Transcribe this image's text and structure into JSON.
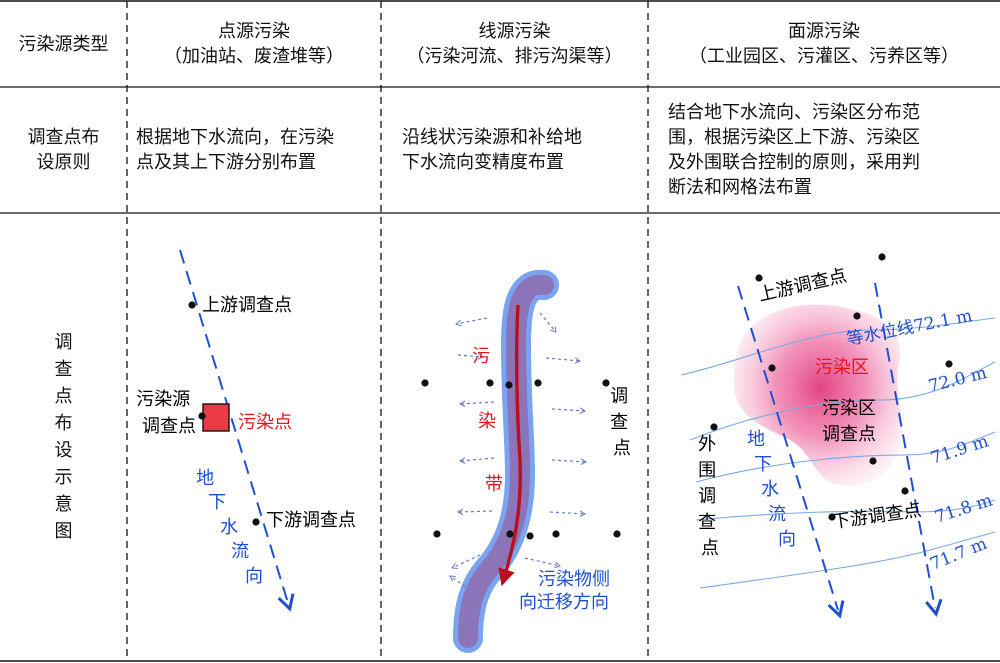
{
  "header": {
    "corner": "污染源类型",
    "point": {
      "title": "点源污染",
      "sub": "（加油站、废渣堆等）"
    },
    "line": {
      "title": "线源污染",
      "sub": "（污染河流、排污沟渠等）"
    },
    "area": {
      "title": "面源污染",
      "sub": "（工业园区、污灌区、污养区等）"
    }
  },
  "principle_row": {
    "label": [
      "调查点布",
      "设原则"
    ],
    "point": [
      "根据地下水流向，在污染",
      "点及其上下游分别布置"
    ],
    "line": [
      "沿线状污染源和补给地",
      "下水流向变精度布置"
    ],
    "area": [
      "结合地下水流向、污染区分布范",
      "围，根据污染区上下游、污染区",
      "及外围联合控制的原则，采用判",
      "断法和网格法布置"
    ]
  },
  "diagram_row": {
    "label": [
      "调",
      "查",
      "点",
      "布",
      "设",
      "示",
      "意",
      "图"
    ],
    "point": {
      "upstream": "上游调查点",
      "source_point": [
        "污染源",
        "调查点"
      ],
      "pollution_point": "污染点",
      "downstream": "下游调查点",
      "flow": [
        "地",
        "下",
        "水",
        "流",
        "向"
      ]
    },
    "line": {
      "belt": [
        "污",
        "染",
        "带"
      ],
      "survey": [
        "调",
        "查",
        "点"
      ],
      "migration": [
        "污染物侧",
        "向迁移方向"
      ]
    },
    "area": {
      "upstream": "上游调查点",
      "zone": "污染区",
      "zone_point": [
        "污染区",
        "调查点"
      ],
      "outer": [
        "外",
        "围",
        "调",
        "查",
        "点"
      ],
      "flow": [
        "地",
        "下",
        "水",
        "流",
        "向"
      ],
      "downstream": "下游调查点",
      "contours": [
        "等水位线72.1 m",
        "72.0 m",
        "71.9 m",
        "71.8 m",
        "71.7 m"
      ]
    }
  },
  "colors": {
    "red_text": "#e8141c",
    "blue_text": "#1f4fd0",
    "source_box": "#ec3a44",
    "belt_outer": "#7aa3f0",
    "belt_inner": "#8c74b8",
    "belt_core": "#b8101c",
    "zone": "#ec5a90",
    "contour": "#7aa8e6",
    "arrow_dash": "#6a78c8"
  }
}
